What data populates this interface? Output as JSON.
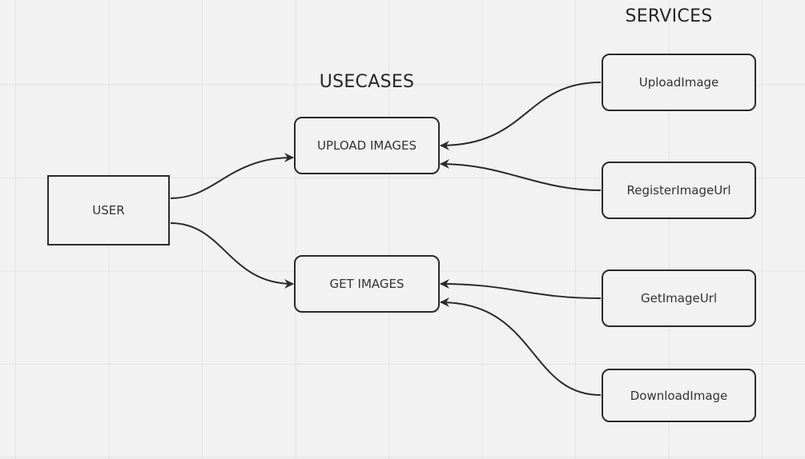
{
  "diagram": {
    "titles": {
      "usecases": "USECASES",
      "services": "SERVICES"
    },
    "actor": {
      "label": "USER"
    },
    "usecases": [
      {
        "id": "upload-images",
        "label": "UPLOAD IMAGES"
      },
      {
        "id": "get-images",
        "label": "GET IMAGES"
      }
    ],
    "services": [
      {
        "id": "upload-image",
        "label": "UploadImage"
      },
      {
        "id": "register-image-url",
        "label": "RegisterImageUrl"
      },
      {
        "id": "get-image-url",
        "label": "GetImageUrl"
      },
      {
        "id": "download-image",
        "label": "DownloadImage"
      }
    ],
    "edges": [
      {
        "from": "USER",
        "to": "UPLOAD IMAGES"
      },
      {
        "from": "USER",
        "to": "GET IMAGES"
      },
      {
        "from": "UploadImage",
        "to": "UPLOAD IMAGES"
      },
      {
        "from": "RegisterImageUrl",
        "to": "UPLOAD IMAGES"
      },
      {
        "from": "GetImageUrl",
        "to": "GET IMAGES"
      },
      {
        "from": "DownloadImage",
        "to": "GET IMAGES"
      }
    ],
    "colors": {
      "background": "#f2f2f2",
      "grid": "#e3e3e3",
      "stroke": "#2a2a2a",
      "text": "#333333"
    }
  }
}
